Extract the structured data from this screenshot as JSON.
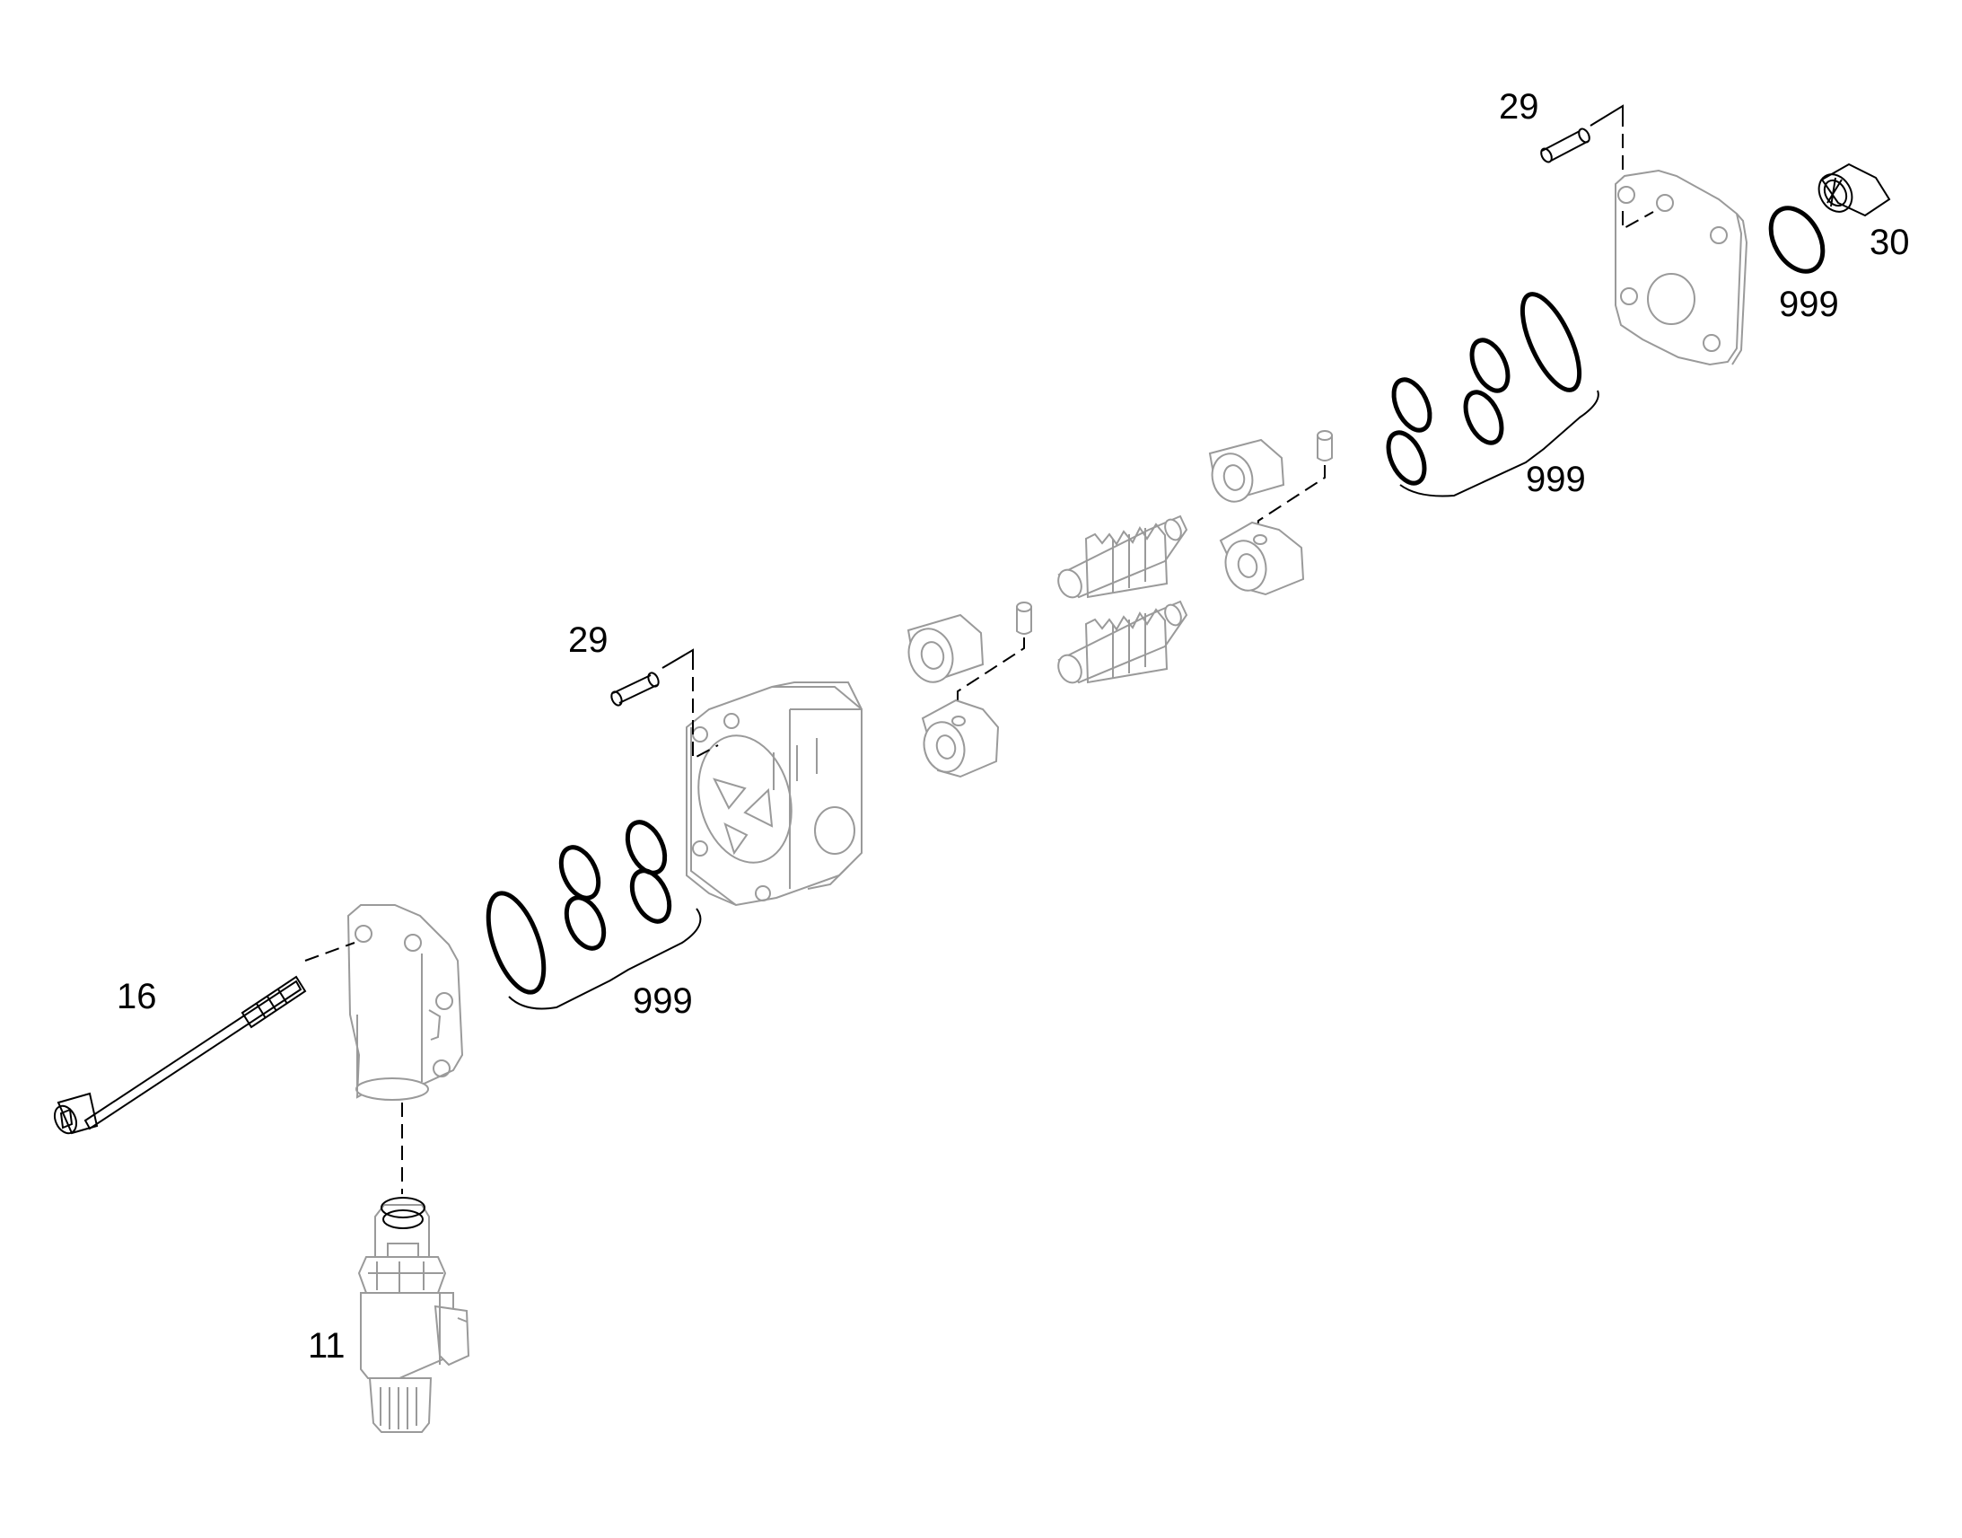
{
  "diagram": {
    "callouts": [
      {
        "id": "label-29-top",
        "text": "29"
      },
      {
        "id": "label-30",
        "text": "30"
      },
      {
        "id": "label-999-top-right",
        "text": "999"
      },
      {
        "id": "label-999-upper-middle",
        "text": "999"
      },
      {
        "id": "label-29-middle",
        "text": "29"
      },
      {
        "id": "label-999-lower",
        "text": "999"
      },
      {
        "id": "label-16",
        "text": "16"
      },
      {
        "id": "label-11",
        "text": "11"
      }
    ]
  },
  "colors": {
    "line": "#000000",
    "part_outline": "#9a9a9a",
    "background": "#ffffff"
  },
  "icons": [
    "pin-icon",
    "bushing-icon",
    "gear-shaft-icon",
    "o-ring-icon",
    "cover-plate-icon",
    "pump-housing-icon",
    "bolt-icon",
    "valve-cartridge-icon"
  ]
}
